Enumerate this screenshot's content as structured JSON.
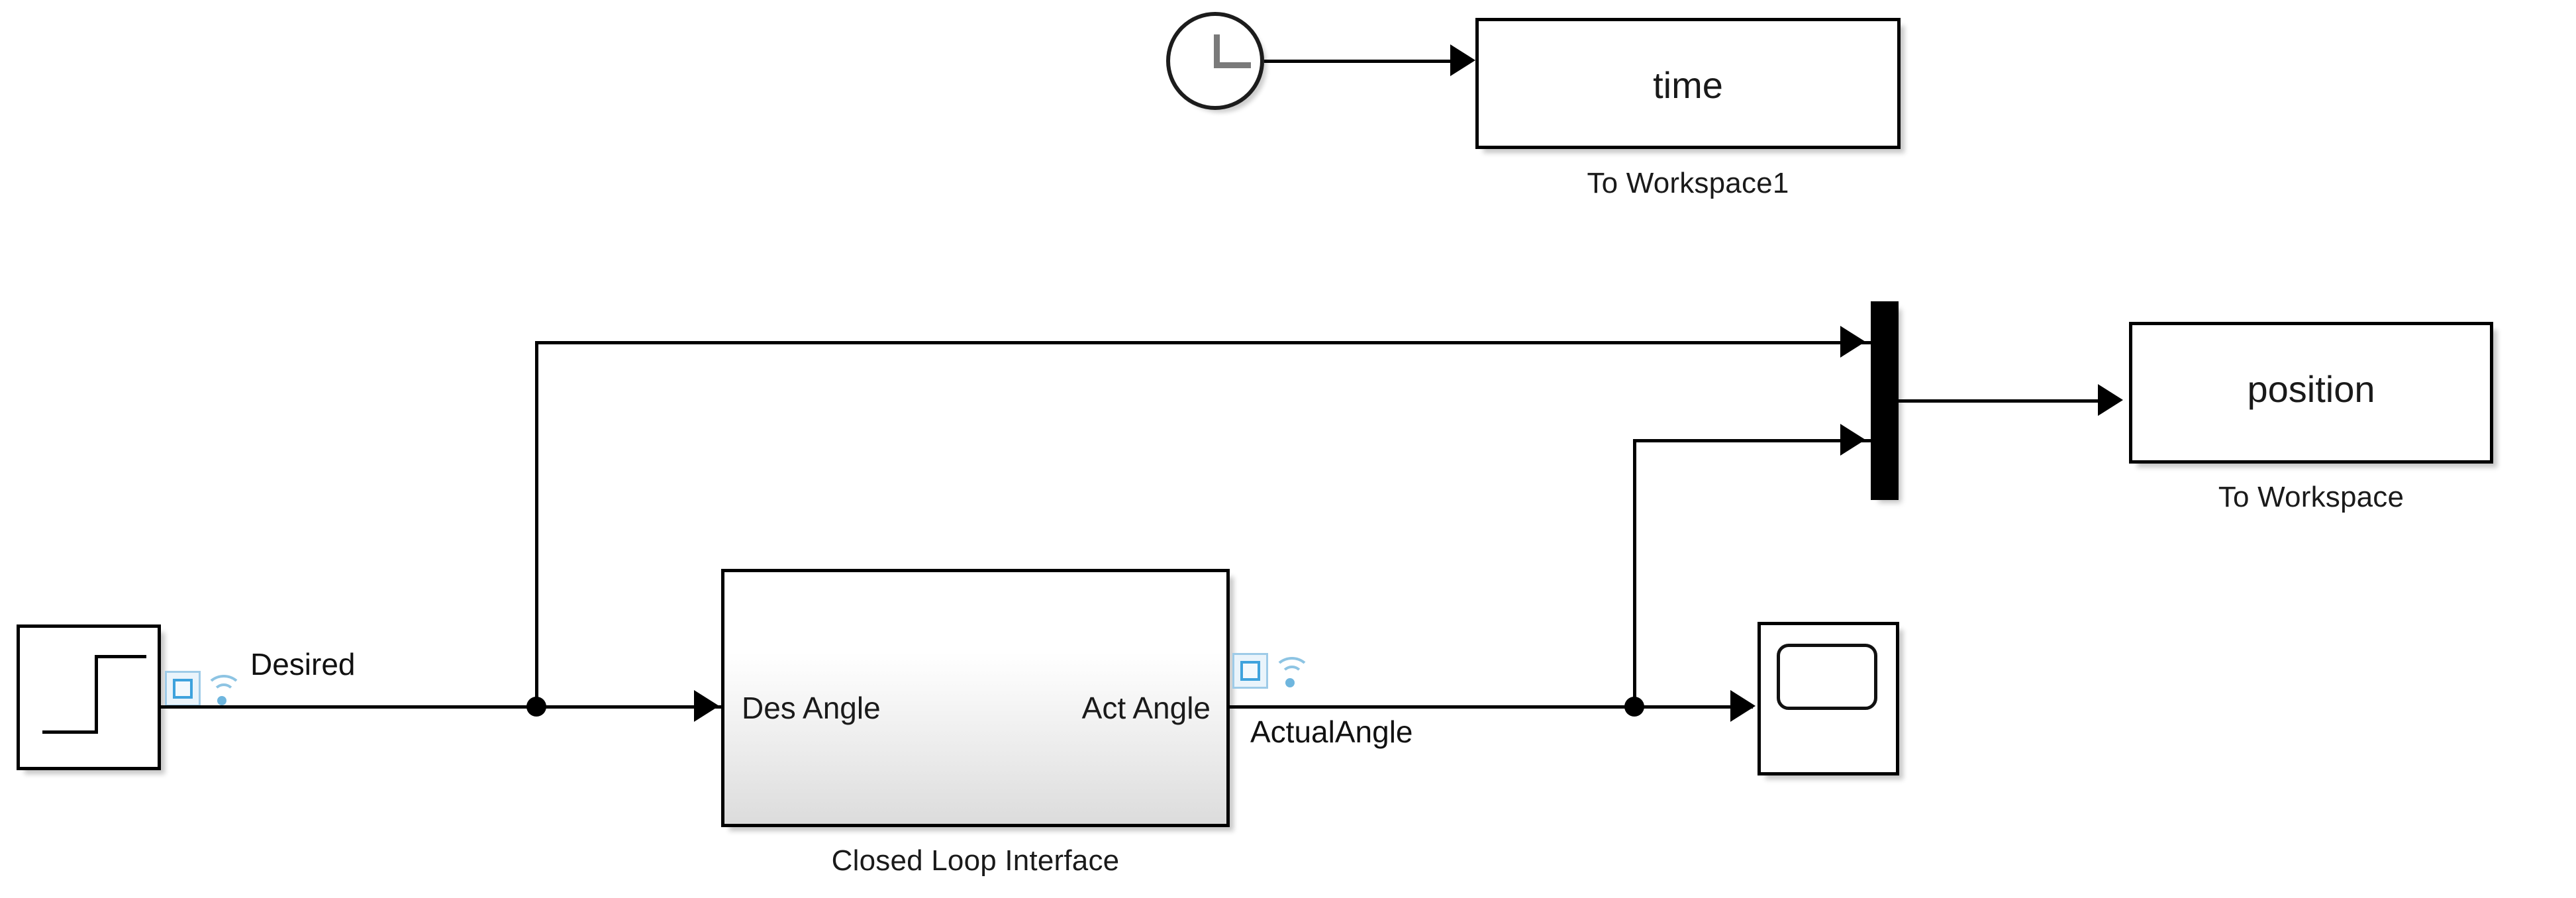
{
  "diagram": {
    "type": "simulink-block-diagram",
    "background": "#ffffff",
    "line_color": "#000000",
    "accent_logging": "#3ea2dd"
  },
  "blocks": {
    "step_source": {
      "name": "step-source-block",
      "icon": "step-waveform-icon",
      "label": ""
    },
    "clock": {
      "name": "clock-block",
      "icon": "clock-icon",
      "label": ""
    },
    "to_workspace1": {
      "value": "time",
      "caption": "To Workspace1"
    },
    "to_workspace": {
      "value": "position",
      "caption": "To Workspace"
    },
    "subsystem": {
      "caption": "Closed Loop Interface",
      "input_port": "Des Angle",
      "output_port": "Act Angle"
    },
    "mux": {
      "name": "mux-block",
      "inputs": 2,
      "outputs": 1
    },
    "scope": {
      "name": "scope-block",
      "icon": "scope-screen-icon"
    }
  },
  "signals": {
    "desired": "Desired",
    "actual": "ActualAngle"
  },
  "badges": {
    "logging_icon": "signal-logging-icon"
  }
}
